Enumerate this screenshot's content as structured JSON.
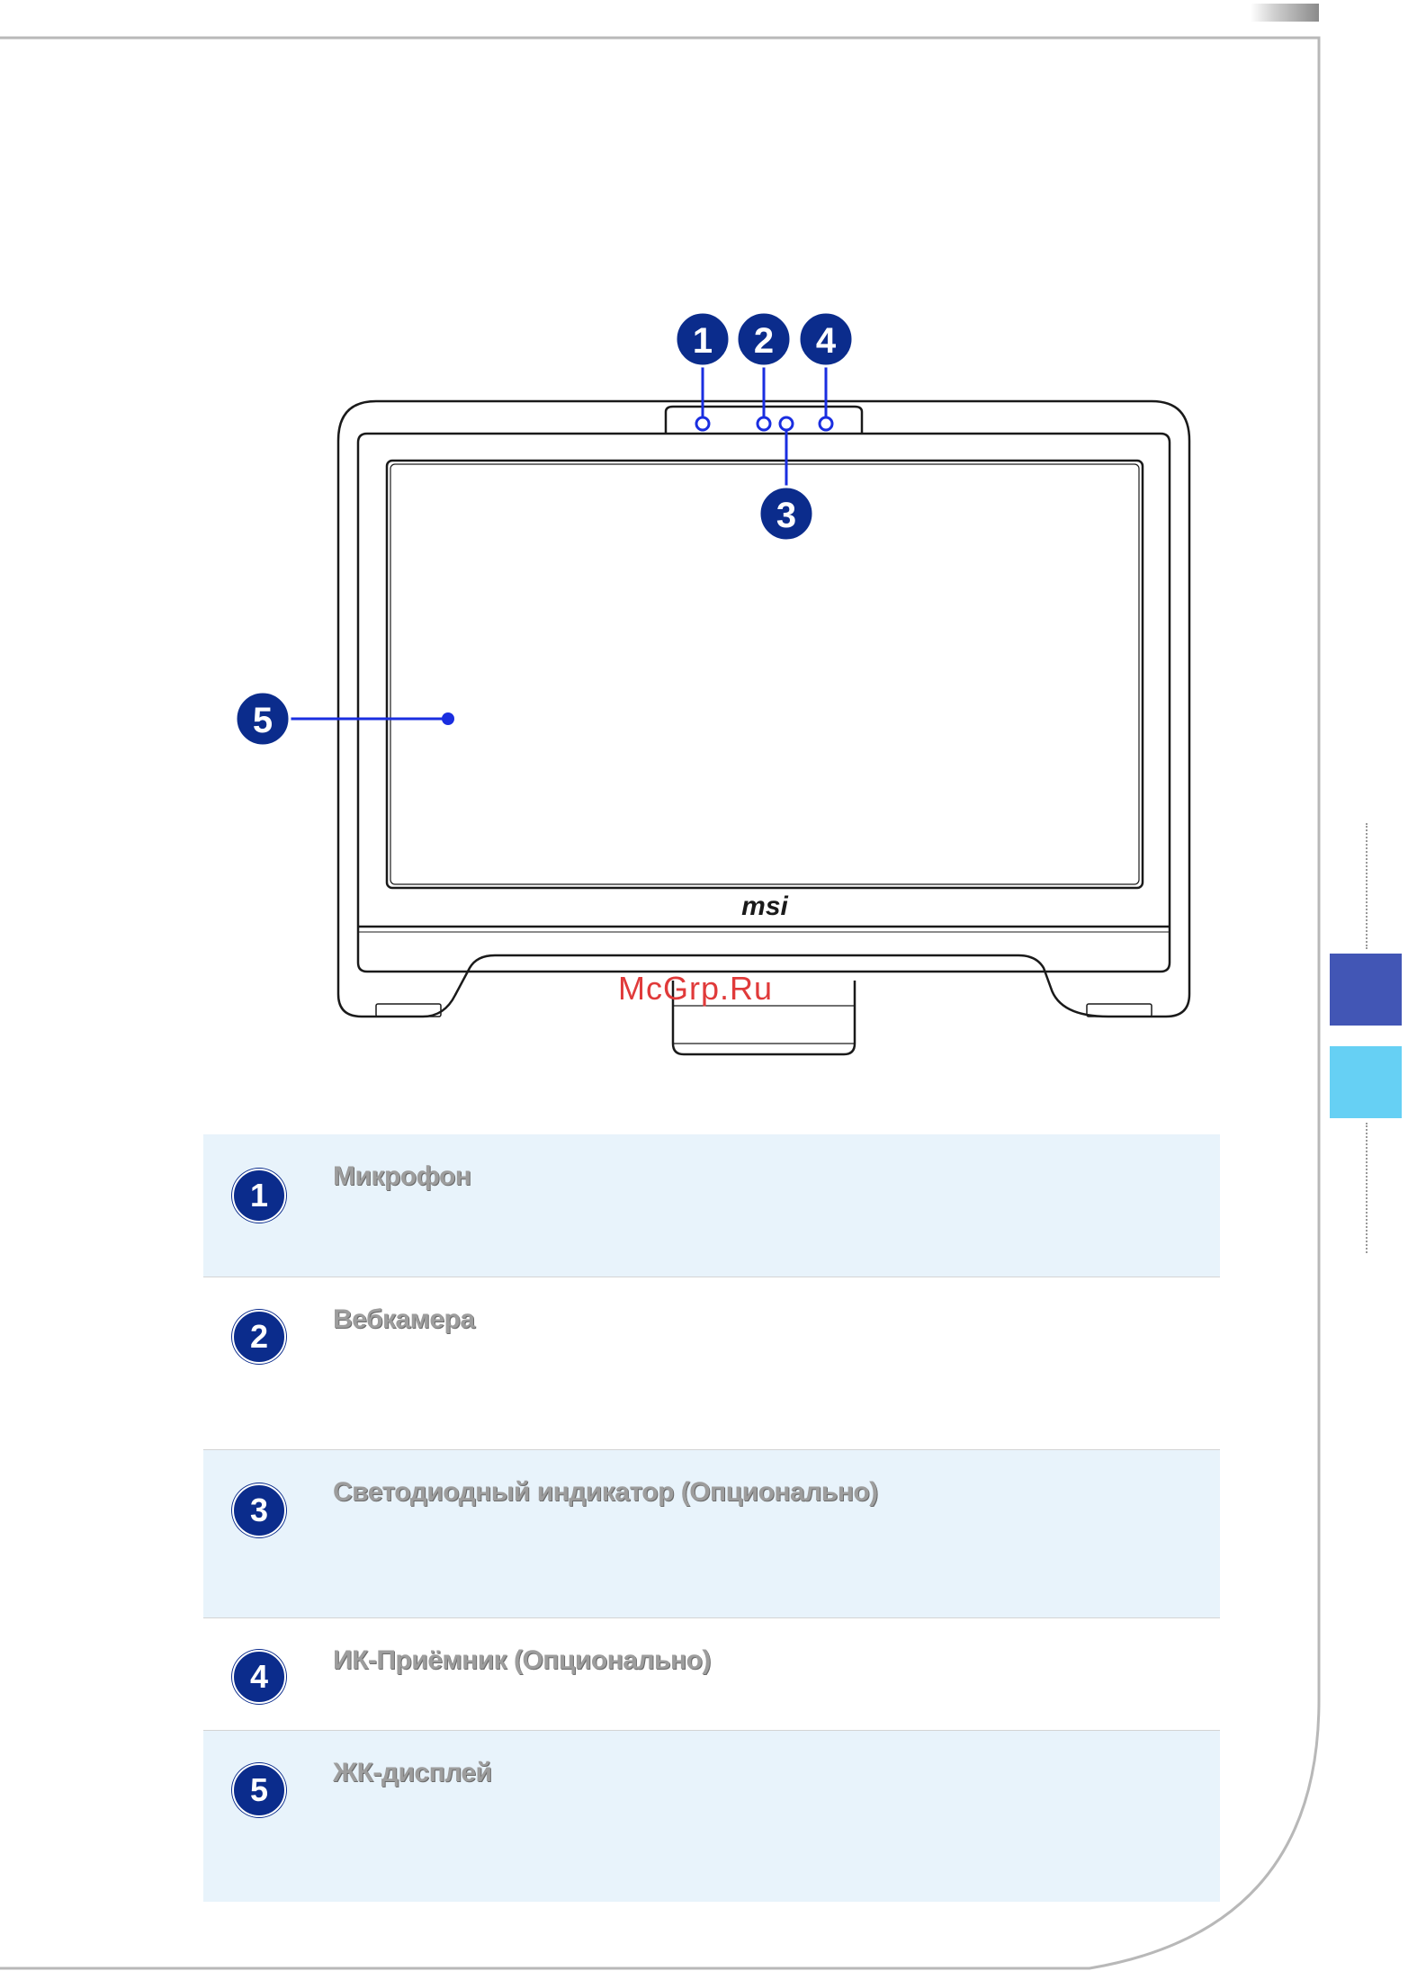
{
  "logo_text": "msi",
  "watermark": "McGrp.Ru",
  "callouts": [
    "1",
    "2",
    "3",
    "4",
    "5"
  ],
  "components": [
    {
      "number": "1",
      "label": "Микрофон"
    },
    {
      "number": "2",
      "label": "Вебкамера"
    },
    {
      "number": "3",
      "label": "Светодиодный индикатор (Опционально)"
    },
    {
      "number": "4",
      "label": "ИК-Приёмник (Опционально)"
    },
    {
      "number": "5",
      "label": "ЖК-дисплей"
    }
  ],
  "colors": {
    "callout": "#0b2c8c",
    "leader_line": "#1a2ee0",
    "row_shade": "#e8f3fb",
    "tab_blue": "#4256b5",
    "tab_cyan": "#66d0f4",
    "label_text": "#9d9d9d"
  }
}
